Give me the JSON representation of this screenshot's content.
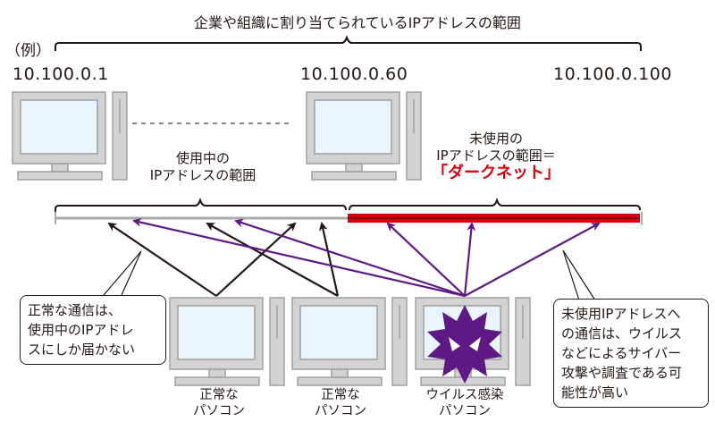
{
  "title": "企業や組織に割り当てられているIPアドレスの範囲",
  "example_label": "（例）",
  "ip_labels": {
    "start": "10.100.0.1",
    "middle": "10.100.0.60",
    "end": "10.100.0.100"
  },
  "ranges": {
    "used": {
      "line1": "使用中の",
      "line2": "IPアドレスの範囲"
    },
    "unused": {
      "line1": "未使用の",
      "line2": "IPアドレスの範囲＝",
      "darknet": "「ダークネット」"
    }
  },
  "callouts": {
    "normal": [
      "正常な通信は、",
      "使用中のIPアドレ",
      "スにしか届かない"
    ],
    "unused": [
      "未使用IPアドレスへ",
      "の通信は、ウイルス",
      "などによるサイバー",
      "攻撃や調査である可",
      "能性が高い"
    ]
  },
  "computers": [
    {
      "line1": "正常な",
      "line2": "パソコン"
    },
    {
      "line1": "正常な",
      "line2": "パソコン"
    },
    {
      "line1": "ウイルス感染",
      "line2": "パソコン"
    }
  ],
  "colors": {
    "darknet_red": "#d7000f",
    "virus_purple": "#5f1985",
    "normal_arrow": "#231815",
    "pc_gray": "#b4b4b4",
    "screen": "#eaf4fb"
  }
}
